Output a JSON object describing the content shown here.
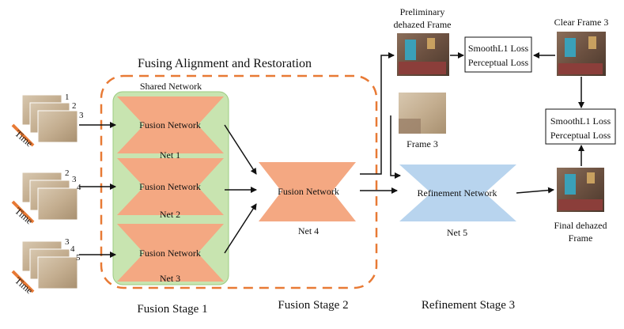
{
  "title": "Fusing Alignment and Restoration",
  "shared_network": "Shared Network",
  "fusion_network_label": "Fusion Network",
  "nets": [
    "Net 1",
    "Net 2",
    "Net 3"
  ],
  "net4": "Net 4",
  "net5": "Net 5",
  "refinement_network": "Refinement Network",
  "time_label": "Time",
  "stack_numbers": [
    [
      "1",
      "2",
      "3"
    ],
    [
      "2",
      "3",
      "4"
    ],
    [
      "3",
      "4",
      "5"
    ]
  ],
  "preliminary_label_1": "Preliminary",
  "preliminary_label_2": "dehazed Frame",
  "clear_frame": "Clear Frame 3",
  "frame3": "Frame 3",
  "loss_line1": "SmoothL1 Loss",
  "loss_line2": "Perceptual Loss",
  "final_label_1": "Final dehazed",
  "final_label_2": "Frame",
  "stage1": "Fusion Stage 1",
  "stage2": "Fusion Stage 2",
  "stage3": "Refinement Stage 3",
  "colors": {
    "fusion": "#f4a882",
    "shared_bg": "#c8e4b0",
    "refine": "#b8d4ee",
    "dash": "#e87a35",
    "haze": "#c8b49a"
  }
}
